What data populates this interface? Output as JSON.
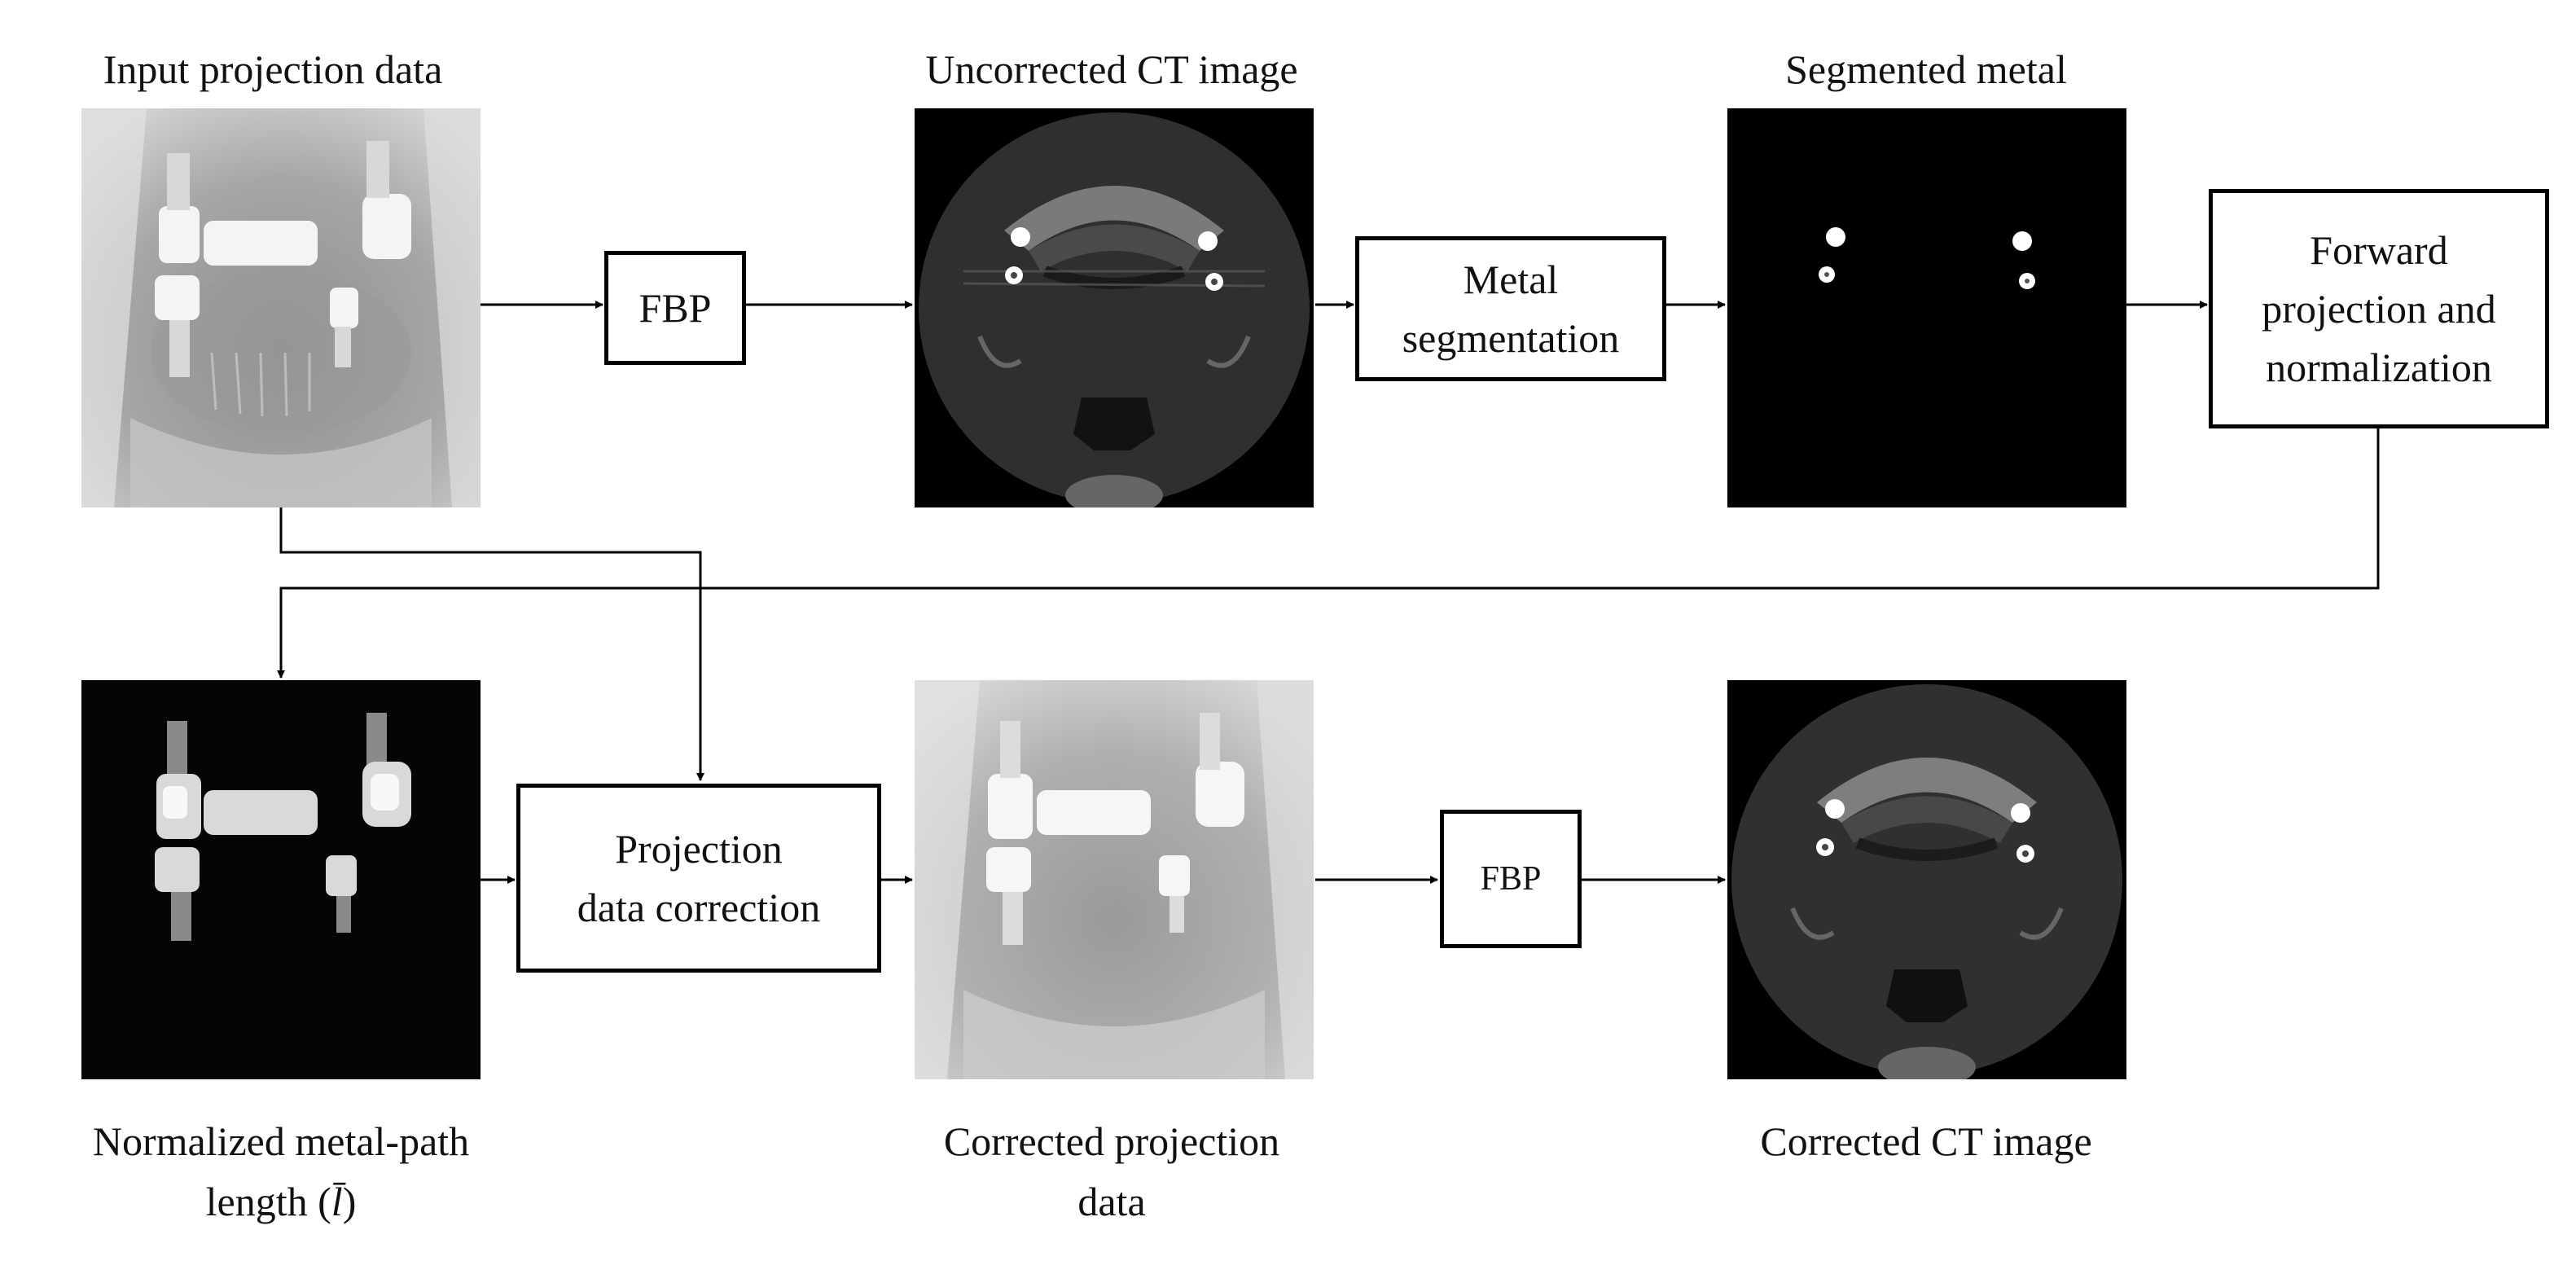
{
  "captions": {
    "input_projection": "Input projection data",
    "uncorrected_ct": "Uncorrected CT image",
    "segmented_metal": "Segmented metal",
    "normalized_line1": "Normalized metal-path",
    "normalized_line2_prefix": "length (",
    "normalized_symbol": "l̄",
    "normalized_line2_suffix": ")",
    "corrected_projection_line1": "Corrected projection",
    "corrected_projection_line2": "data",
    "corrected_ct": "Corrected CT image"
  },
  "boxes": {
    "fbp_top": "FBP",
    "metal_seg_line1": "Metal",
    "metal_seg_line2": "segmentation",
    "forward_line1": "Forward",
    "forward_line2": "projection and",
    "forward_line3": "normalization",
    "correction_line1": "Projection",
    "correction_line2": "data correction",
    "fbp_bottom": "FBP"
  }
}
